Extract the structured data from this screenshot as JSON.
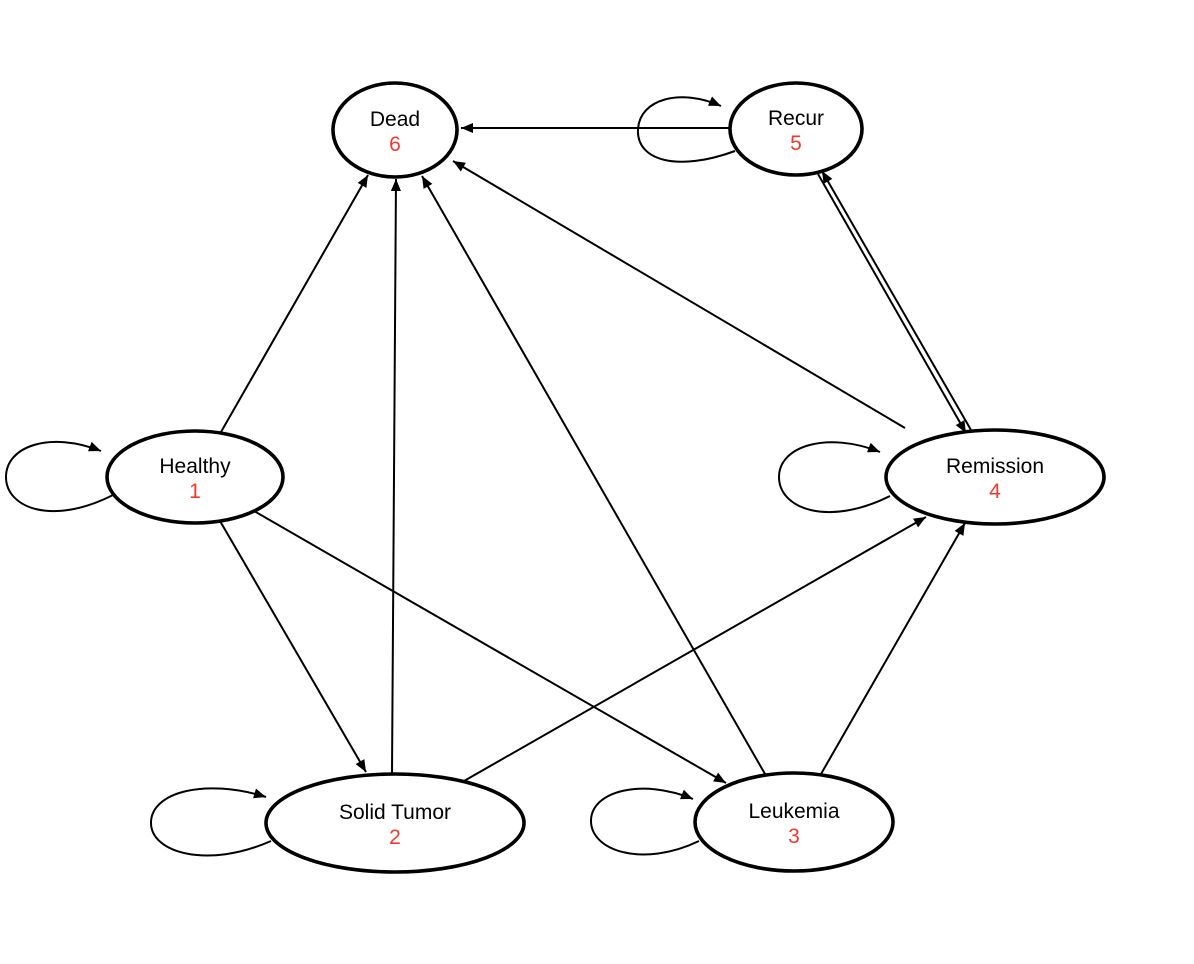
{
  "diagram": {
    "type": "state-transition-diagram",
    "background_color": "#ffffff",
    "node_fill": "#ffffff",
    "line_color": "#000000",
    "label_color": "#000000",
    "number_color": "#f2392c",
    "nodes": {
      "healthy": {
        "label": "Healthy",
        "number": "1"
      },
      "solid_tumor": {
        "label": "Solid Tumor",
        "number": "2"
      },
      "leukemia": {
        "label": "Leukemia",
        "number": "3"
      },
      "remission": {
        "label": "Remission",
        "number": "4"
      },
      "recur": {
        "label": "Recur",
        "number": "5"
      },
      "dead": {
        "label": "Dead",
        "number": "6"
      }
    },
    "transitions": [
      {
        "from": "Healthy",
        "to": "Healthy"
      },
      {
        "from": "Healthy",
        "to": "Solid Tumor"
      },
      {
        "from": "Healthy",
        "to": "Leukemia"
      },
      {
        "from": "Healthy",
        "to": "Dead"
      },
      {
        "from": "Solid Tumor",
        "to": "Solid Tumor"
      },
      {
        "from": "Solid Tumor",
        "to": "Remission"
      },
      {
        "from": "Solid Tumor",
        "to": "Dead"
      },
      {
        "from": "Leukemia",
        "to": "Leukemia"
      },
      {
        "from": "Leukemia",
        "to": "Remission"
      },
      {
        "from": "Leukemia",
        "to": "Dead"
      },
      {
        "from": "Remission",
        "to": "Remission"
      },
      {
        "from": "Remission",
        "to": "Recur"
      },
      {
        "from": "Remission",
        "to": "Dead"
      },
      {
        "from": "Recur",
        "to": "Recur"
      },
      {
        "from": "Recur",
        "to": "Remission"
      },
      {
        "from": "Recur",
        "to": "Dead"
      }
    ]
  }
}
